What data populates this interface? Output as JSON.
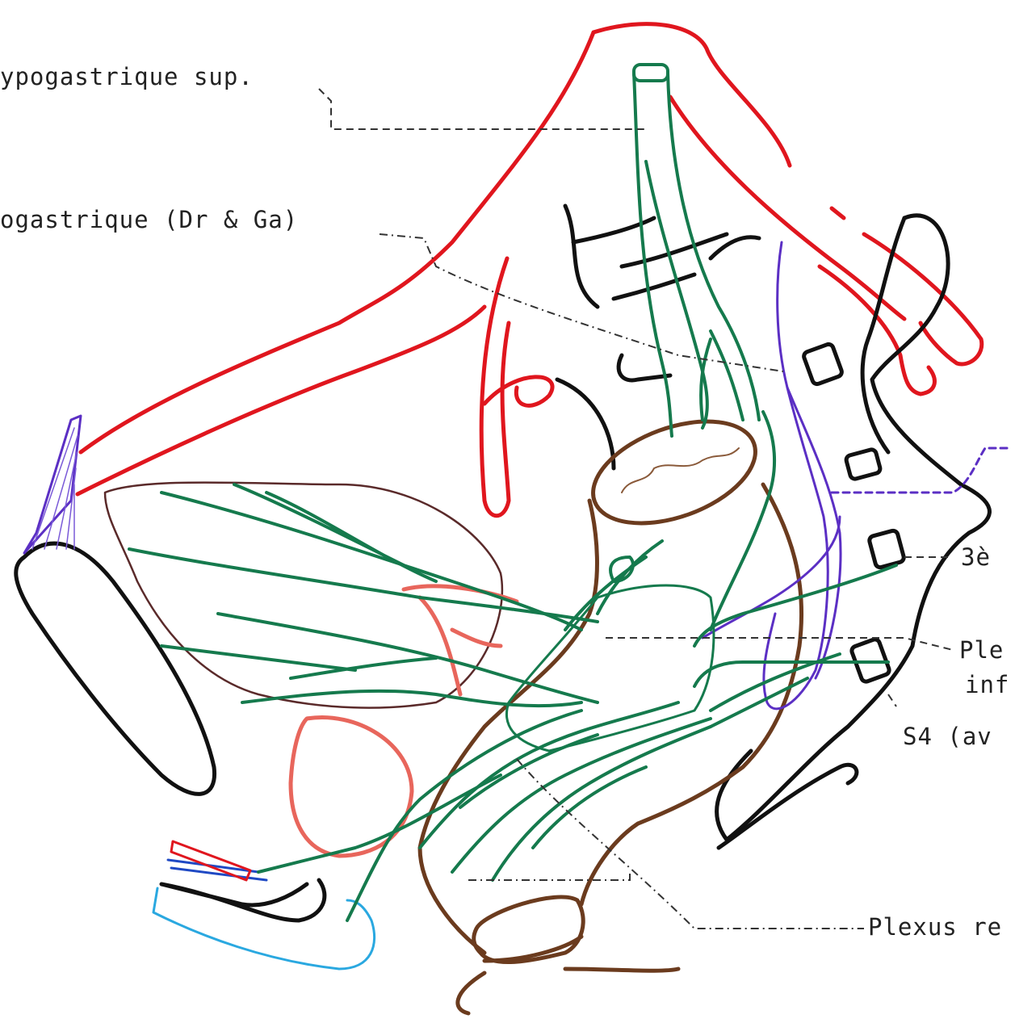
{
  "labels": {
    "hypogastric_sup": "ypogastrique sup.",
    "hypogastric_dr_ga": "ogastrique (Dr & Ga)",
    "third_sacral": "3è",
    "plexus_inf_line1": "Ple",
    "plexus_inf_line2": "inf",
    "s4": "S4 (av",
    "plexus_rectal": "Plexus re"
  },
  "colors": {
    "arteries": "#e0161e",
    "nerves": "#157a4d",
    "bones": "#111111",
    "rectum": "#6b3b1e",
    "pudendal": "#5b2fc4",
    "prostate": "#e8665c",
    "urethra": "#2aa8e0"
  }
}
